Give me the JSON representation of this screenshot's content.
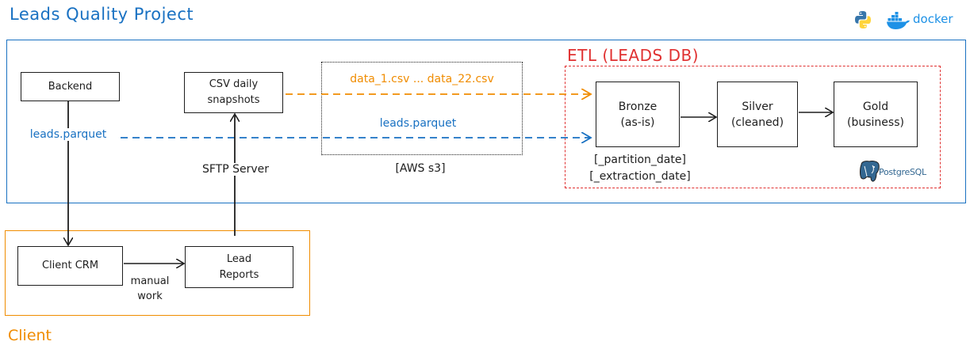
{
  "title": "Leads Quality Project",
  "client_label": "Client",
  "etl_label": "ETL (LEADS DB)",
  "nodes": {
    "backend": "Backend",
    "csv": "CSV daily\nsnapshots",
    "bronze": "Bronze\n(as-is)",
    "silver": "Silver\n(cleaned)",
    "gold": "Gold\n(business)",
    "crm": "Client CRM",
    "lead_reports": "Lead\nReports"
  },
  "edges": {
    "data_files": "data_1.csv ... data_22.csv",
    "leads_parquet_s3": "leads.parquet",
    "leads_parquet_backend": "leads.parquet",
    "sftp": "SFTP Server",
    "manual": "manual\nwork"
  },
  "aws_label": "[AWS s3]",
  "bronze_columns": "[_partition_date]\n[_extraction_date]",
  "logos": {
    "python": "python-logo",
    "docker": "docker",
    "postgres": "PostgreSQL"
  },
  "colors": {
    "blue": "#1971c2",
    "orange": "#f08c00",
    "red": "#e03131",
    "dark": "#1e1e1e"
  }
}
